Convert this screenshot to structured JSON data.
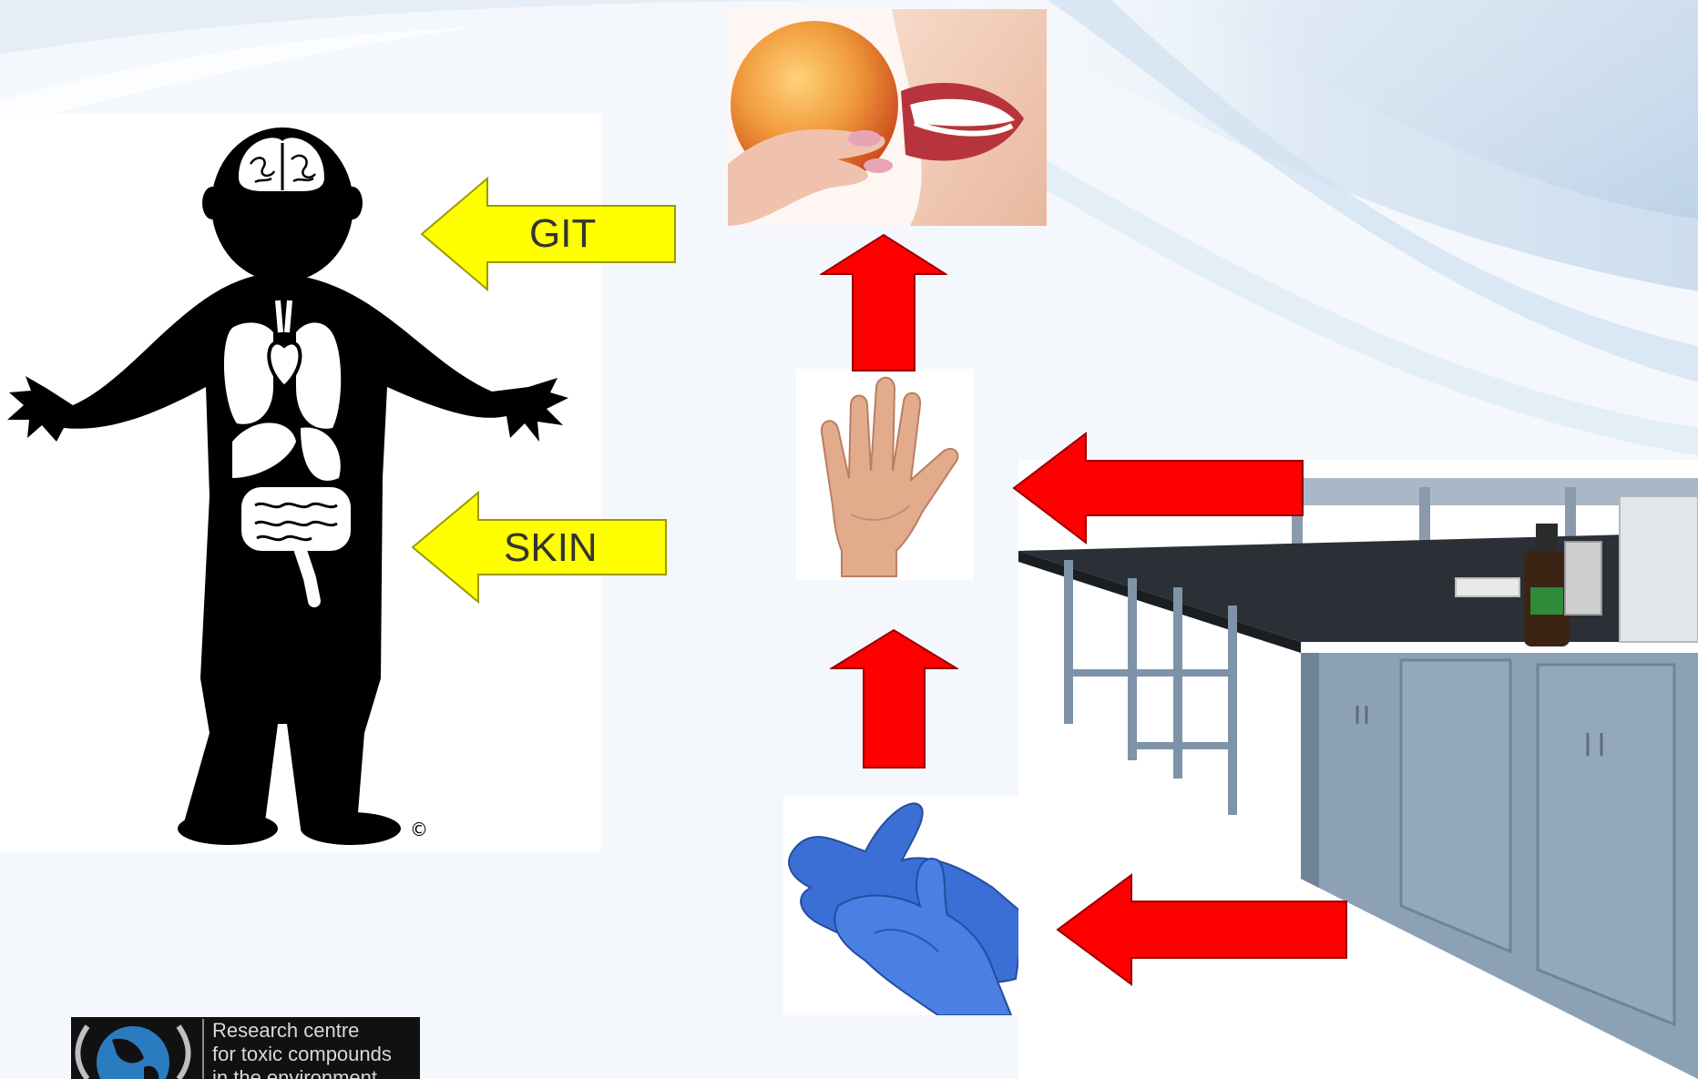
{
  "diagram": {
    "labels": {
      "git": "GIT",
      "skin": "SKIN"
    },
    "logo": {
      "line1": "Research centre",
      "line2": "for toxic compounds",
      "line3": "in the environment"
    },
    "colors": {
      "background": "#f3f8fc",
      "route_arrow_fill": "#ffff00",
      "flow_arrow_fill": "#ff0000",
      "body_silhouette": "#000000",
      "glove": "#3b6fd6",
      "skin_tone": "#e2ab8c",
      "apple": "#e8892c",
      "lab_cabinet": "#8da1b5",
      "lab_bench_top": "#2a3035"
    },
    "icons": {
      "human_body": "human-body-organs-icon",
      "eating_apple": "eating-apple-photo",
      "hand": "bare-hand-icon",
      "gloves": "blue-gloves-photo",
      "lab_bench": "laboratory-bench-photo",
      "logo": "globe-logo-icon"
    }
  }
}
